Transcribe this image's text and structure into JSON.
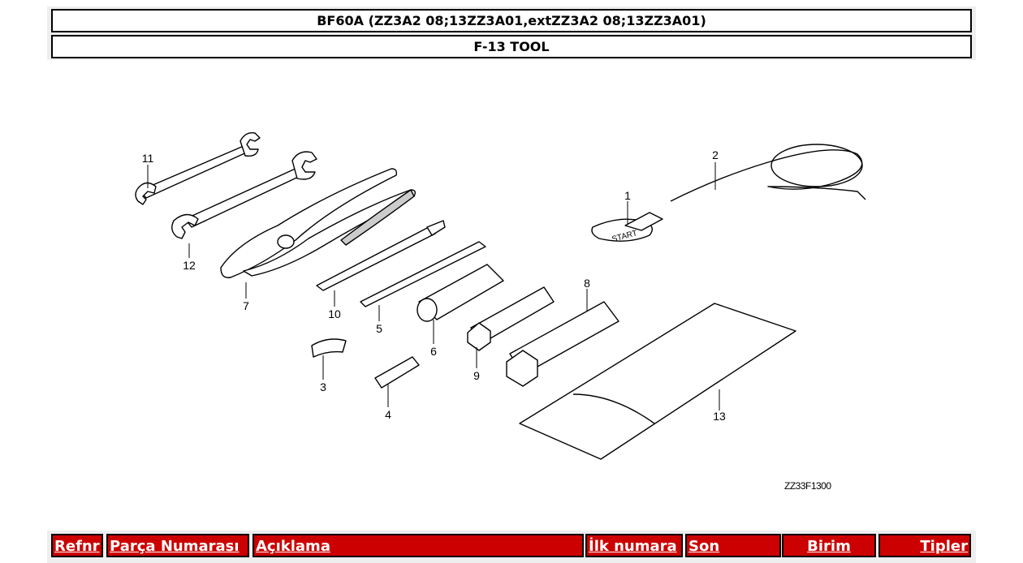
{
  "header": {
    "model": "BF60A (ZZ3A2 08;13ZZ3A01,extZZ3A2 08;13ZZ3A01)",
    "section": "F-13 TOOL"
  },
  "diagram": {
    "code": "ZZ33F1300",
    "labels": [
      "1",
      "2",
      "3",
      "4",
      "5",
      "6",
      "7",
      "8",
      "9",
      "10",
      "11",
      "12",
      "13"
    ],
    "stamp": "START"
  },
  "table": {
    "headers": [
      "Refnr",
      "Parça Numarası",
      "Açıklama",
      "İlk numara",
      "Son",
      "Birim",
      "Tipler"
    ]
  }
}
